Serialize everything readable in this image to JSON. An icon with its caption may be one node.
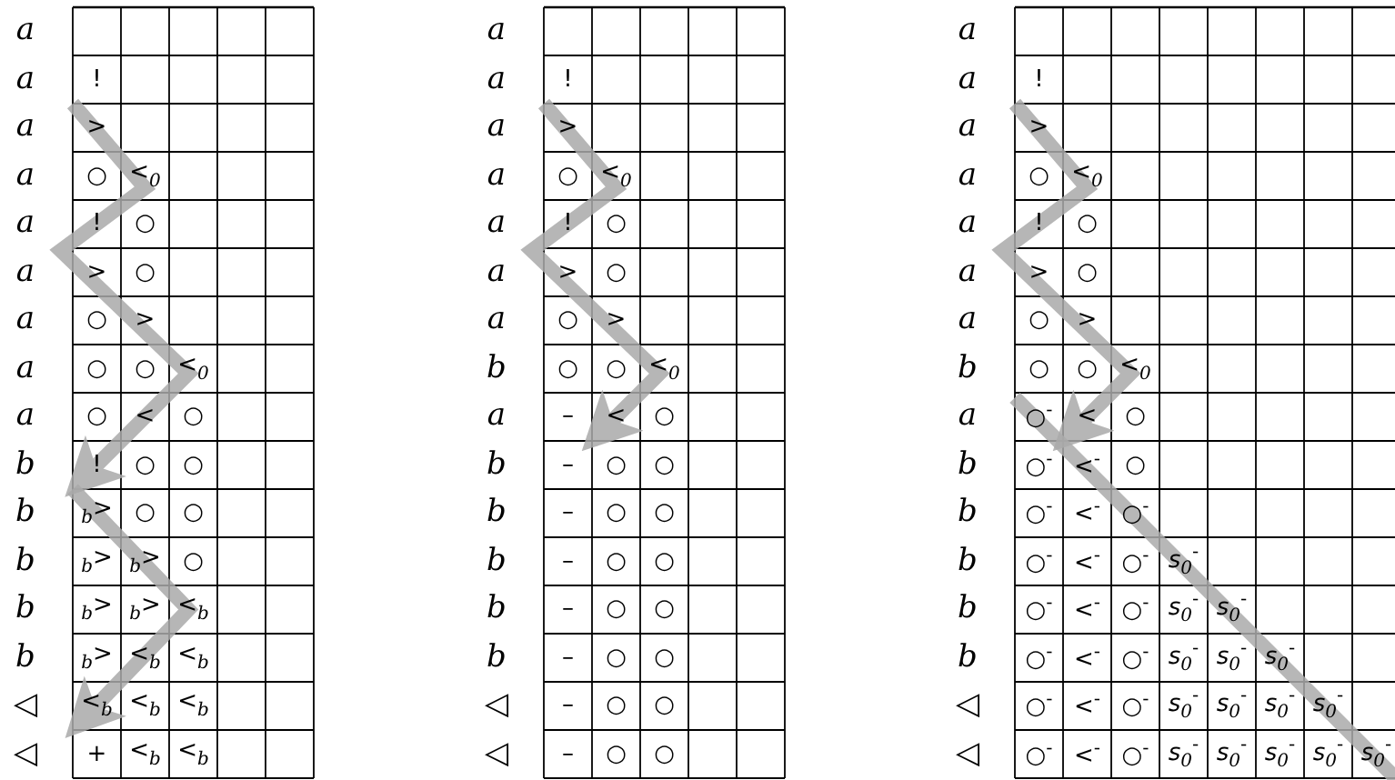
{
  "diagram": {
    "labels": [
      "a",
      "a",
      "!",
      "a",
      ">",
      "a",
      "○",
      "<$_{0}$",
      "a",
      "!",
      "○",
      "a",
      ">",
      "○",
      "a",
      "○",
      ">",
      "a",
      "○",
      "○",
      "<$_{0}$",
      "a",
      "○",
      "<",
      "○",
      "b",
      "!",
      "○",
      "○",
      "b",
      "$_{b}$>",
      "○",
      "○",
      "b",
      "$_{b}$>",
      "$_{b}$>",
      "○",
      "b",
      "$_{b}$>",
      "$_{b}$>",
      "<$_{b}$",
      "b",
      "$_{b}$>",
      "<$_{b}$",
      "<$_{b}$",
      "◁",
      "<$_{b}$",
      "<$_{b}$",
      "<$_{b}$",
      "◁",
      "+",
      "<$_{b}$",
      "<$_{b}$",
      "a",
      "a",
      "!",
      "a",
      ">",
      "a",
      "○",
      "<$_{0}$",
      "a",
      "!",
      "○",
      "a",
      ">",
      "○",
      "a",
      "○",
      ">",
      "b",
      "○",
      "○",
      "<$_{0}$",
      "a",
      "–",
      "<",
      "○",
      "b",
      "–",
      "○",
      "○",
      "b",
      "–",
      "○",
      "○",
      "b",
      "–",
      "○",
      "○",
      "b",
      "–",
      "○",
      "○",
      "b",
      "–",
      "○",
      "○",
      "◁",
      "–",
      "○",
      "○",
      "◁",
      "–",
      "○",
      "○",
      "a",
      "a",
      "!",
      "a",
      ">",
      "a",
      "○",
      "<$_{0}$",
      "a",
      "!",
      "○",
      "a",
      ">",
      "○",
      "a",
      "○",
      ">",
      "b",
      "○",
      "○",
      "<$_{0}$",
      "a",
      "○$^{-}$",
      "<",
      "○",
      "b",
      "○$^{-}$",
      "<$^{-}$",
      "○",
      "b",
      "○$^{-}$",
      "<$^{-}$",
      "○$^{-}$",
      "b",
      "○$^{-}$",
      "<$^{-}$",
      "○$^{-}$",
      "*s*$_{0}$$^{-}$",
      "b",
      "○$^{-}$",
      "<$^{-}$",
      "○$^{-}$",
      "*s*$_{0}$$^{-}$",
      "*s*$_{0}$$^{-}$",
      "b",
      "○$^{-}$",
      "<$^{-}$",
      "○$^{-}$",
      "*s*$_{0}$$^{-}$",
      "*s*$_{0}$$^{-}$",
      "*s*$_{0}$$^{-}$",
      "◁",
      "○$^{-}$",
      "<$^{-}$",
      "○$^{-}$",
      "*s*$_{0}$$^{-}$",
      "*s*$_{0}$$^{-}$",
      "*s*$_{0}$$^{-}$",
      "*s*$_{0}$$^{-}$",
      "◁",
      "○$^{-}$",
      "<$^{-}$",
      "○$^{-}$",
      "*s*$_{0}$$^{-}$",
      "*s*$_{0}$$^{-}$",
      "*s*$_{0}$$^{-}$",
      "*s*$_{0}$$^{-}$",
      "*s*$_{0}$$^{-}$"
    ]
  }
}
